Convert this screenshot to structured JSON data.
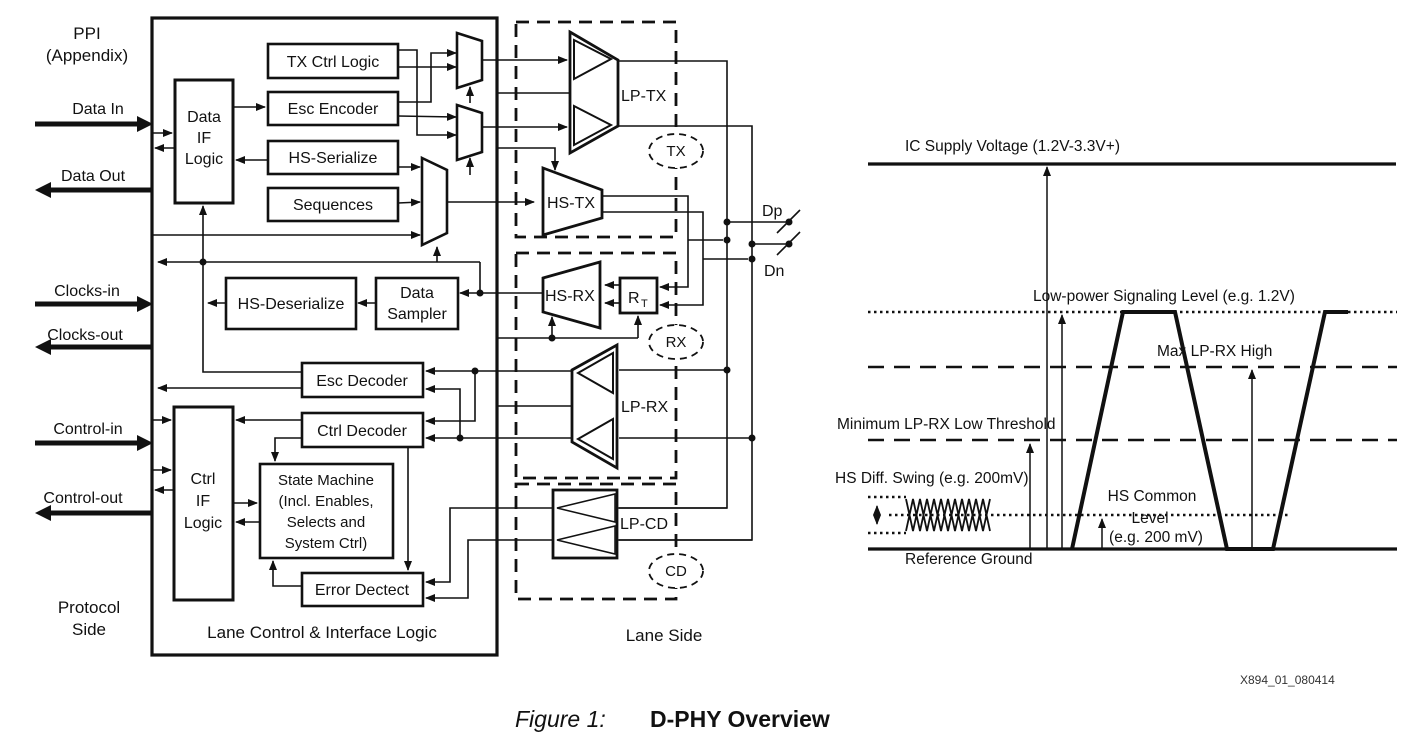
{
  "figure": {
    "caption_label": "Figure 1:",
    "caption_title": "D-PHY Overview",
    "watermark": "X894_01_080414"
  },
  "left": {
    "ppi_1": "PPI",
    "ppi_2": "(Appendix)",
    "protocol_1": "Protocol",
    "protocol_2": "Side",
    "box_title": "Lane Control & Interface Logic",
    "ports": {
      "data_in": "Data In",
      "data_out": "Data Out",
      "clocks_in": "Clocks-in",
      "clocks_out": "Clocks-out",
      "control_in": "Control-in",
      "control_out": "Control-out"
    },
    "blocks": {
      "data_if": [
        "Data",
        "IF",
        "Logic"
      ],
      "tx_ctrl": "TX Ctrl Logic",
      "esc_encoder": "Esc Encoder",
      "hs_serialize": "HS-Serialize",
      "sequences": "Sequences",
      "hs_deserialize": "HS-Deserialize",
      "data_sampler": [
        "Data",
        "Sampler"
      ],
      "esc_decoder": "Esc Decoder",
      "ctrl_decoder": "Ctrl Decoder",
      "ctrl_if": [
        "Ctrl",
        "IF",
        "Logic"
      ],
      "state_machine": [
        "State Machine",
        "(Incl. Enables,",
        "Selects and",
        "System Ctrl)"
      ],
      "error_detect": "Error Dectect"
    }
  },
  "lane": {
    "label": "Lane Side",
    "lp_tx": "LP-TX",
    "hs_tx": "HS-TX",
    "hs_rx": "HS-RX",
    "rt": "R",
    "rt_sub": "T",
    "lp_rx": "LP-RX",
    "lp_cd": "LP-CD",
    "tag_tx": "TX",
    "tag_rx": "RX",
    "tag_cd": "CD",
    "dp": "Dp",
    "dn": "Dn"
  },
  "wave": {
    "supply": "IC Supply Voltage (1.2V-3.3V+)",
    "lp_level": "Low-power Signaling Level (e.g. 1.2V)",
    "max_lprx": "Max LP-RX High",
    "min_lprx": "Minimum LP-RX Low Threshold",
    "hs_swing": "HS Diff. Swing (e.g. 200mV)",
    "hs_common_1": "HS Common",
    "hs_common_2": "Level",
    "hs_common_3": "(e.g. 200 mV)",
    "ground": "Reference Ground"
  }
}
